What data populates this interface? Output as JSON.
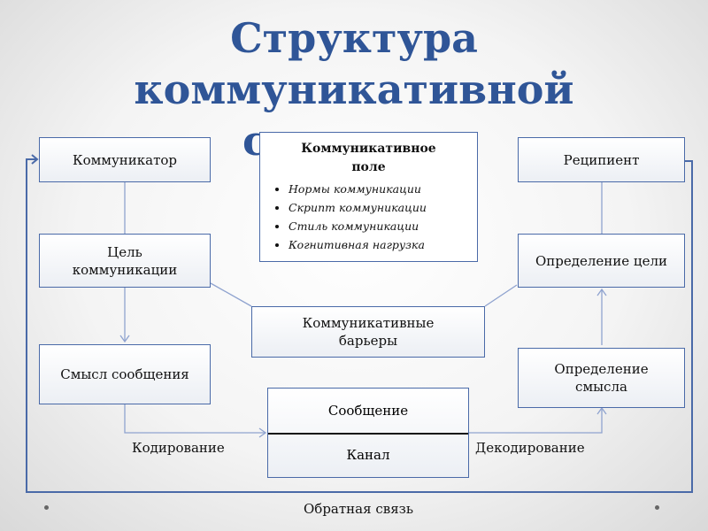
{
  "title": "Структура коммуникативной ситуации",
  "boxes": {
    "communicator": "Коммуникатор",
    "goal": "Цель коммуникации",
    "meaning": "Смысл сообщения",
    "recipient": "Реципиент",
    "goal_definition": "Определение цели",
    "meaning_definition": "Определение смысла",
    "barriers": "Коммуникативные барьеры",
    "message": "Сообщение",
    "channel": "Канал"
  },
  "field": {
    "title": "Коммуникативное поле",
    "items": [
      "Нормы коммуникации",
      "Скрипт коммуникации",
      "Стиль коммуникации",
      "Когнитивная нагрузка"
    ]
  },
  "labels": {
    "encoding": "Кодирование",
    "decoding": "Декодирование",
    "feedback": "Обратная связь"
  }
}
